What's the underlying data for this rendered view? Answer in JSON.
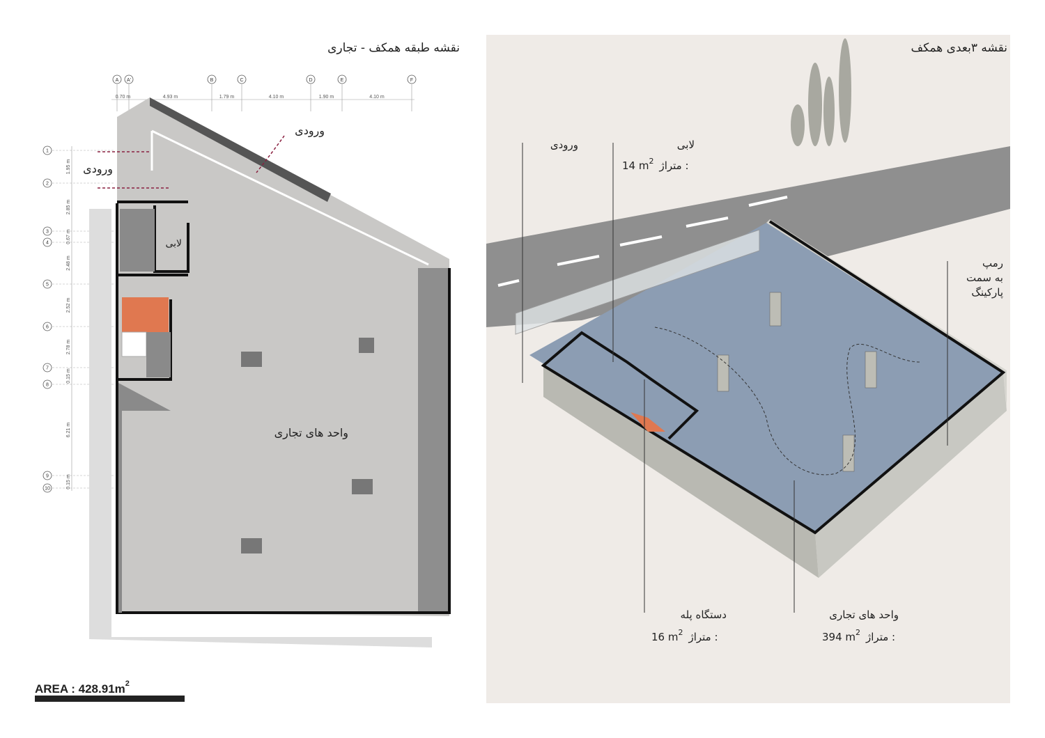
{
  "left_panel": {
    "title": "نقشه طبقه همکف - تجاری",
    "grid_columns": [
      "A",
      "A'",
      "B",
      "C",
      "D",
      "E",
      "F"
    ],
    "column_dims": [
      "0.70 m",
      "4.93 m",
      "1.79 m",
      "4.10 m",
      "1.90 m",
      "4.10 m"
    ],
    "grid_rows": [
      "1",
      "2",
      "3",
      "4",
      "5",
      "6",
      "7",
      "8",
      "9",
      "10"
    ],
    "row_dims": [
      "1.95 m",
      "2.85 m",
      "0.67 m",
      "2.48 m",
      "2.52 m",
      "2.78 m",
      "0.15 m",
      "6.21 m",
      "0.15 m"
    ],
    "entrance_label_1": "ورودی",
    "entrance_label_2": "ورودی",
    "lobby_label": "لابی",
    "commercial_label": "واحد های تجاری",
    "area_label": "AREA : 428.91m",
    "area_sup": "2"
  },
  "right_panel": {
    "title": "نقشه ۳بعدی همکف",
    "entrance": "ورودی",
    "lobby": {
      "name": "لابی",
      "area_label": "متراژ :",
      "area_value": "14 m",
      "sup": "2"
    },
    "ramp": {
      "line1": "رمپ",
      "line2": "به سمت",
      "line3": "پارکینگ"
    },
    "stairs": {
      "name": "دستگاه پله",
      "area_label": "متراژ :",
      "area_value": "16 m",
      "sup": "2"
    },
    "commercial": {
      "name": "واحد های تجاری",
      "area_label": "متراژ :",
      "area_value": "394 m",
      "sup": "2"
    }
  },
  "colors": {
    "floor_3d": "#8c9db3",
    "plan_floor": "#c9c8c6",
    "stairs": "#e07850",
    "entry_arrow": "#8a2040"
  }
}
